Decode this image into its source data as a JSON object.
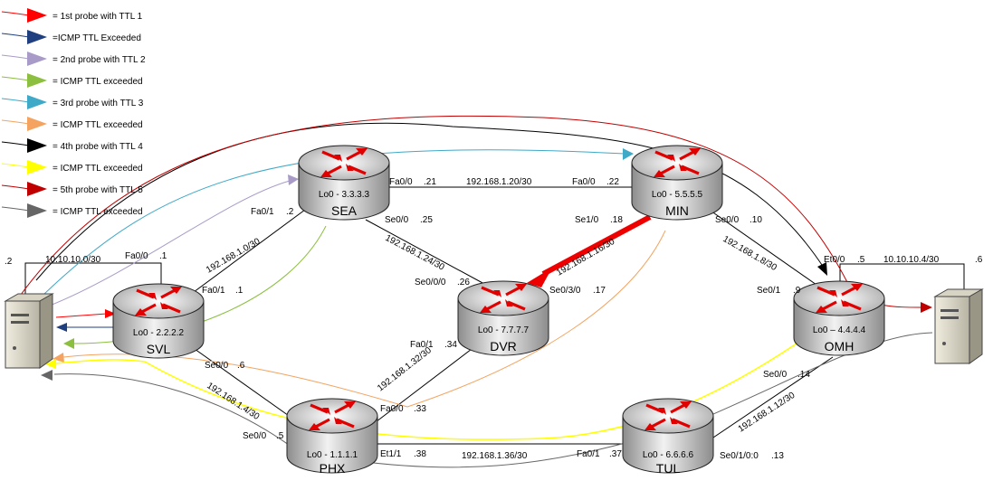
{
  "legend": [
    {
      "text": "= 1st probe with TTL 1",
      "color": "#ff0000"
    },
    {
      "text": "=ICMP TTL Exceeded",
      "color": "#1f3f7f"
    },
    {
      "text": "= 2nd probe with TTL 2",
      "color": "#a99bc8"
    },
    {
      "text": "= ICMP TTL exceeded",
      "color": "#8cbf3f"
    },
    {
      "text": "= 3rd probe with TTL 3",
      "color": "#3fa9c8"
    },
    {
      "text": "= ICMP TTL exceeded",
      "color": "#f4a460"
    },
    {
      "text": "= 4th probe with TTL 4",
      "color": "#000000"
    },
    {
      "text": "= ICMP TTL exceeded",
      "color": "#ffff00"
    },
    {
      "text": "= 5th probe with TTL 5",
      "color": "#c00000"
    },
    {
      "text": "= ICMP TTL exceeded",
      "color": "#666666"
    }
  ],
  "routers": {
    "sea": {
      "name": "SEA",
      "loopback": "Lo0 - 3.3.3.3"
    },
    "min": {
      "name": "MIN",
      "loopback": "Lo0 - 5.5.5.5"
    },
    "svl": {
      "name": "SVL",
      "loopback": "Lo0 - 2.2.2.2"
    },
    "dvr": {
      "name": "DVR",
      "loopback": "Lo0 - 7.7.7.7"
    },
    "omh": {
      "name": "OMH",
      "loopback": "Lo0 – 4.4.4.4"
    },
    "phx": {
      "name": "PHX",
      "loopback": "Lo0 - 1.1.1.1"
    },
    "tul": {
      "name": "TUL",
      "loopback": "Lo0 - 6.6.6.6"
    }
  },
  "labels": {
    "host_left_addr": ".2",
    "net_left": "10.10.10.0/30",
    "svl_fa00": "Fa0/0",
    "svl_fa00_addr": ".1",
    "sea_fa01": "Fa0/1",
    "sea_fa01_addr": ".2",
    "net_svl_sea": "192.168.1.0/30",
    "svl_fa01": "Fa0/1",
    "svl_fa01_addr": ".1",
    "sea_fa00": "Fa0/0",
    "sea_fa00_addr": ".21",
    "net_sea_min": "192.168.1.20/30",
    "min_fa00": "Fa0/0",
    "min_fa00_addr": ".22",
    "sea_se00": "Se0/0",
    "sea_se00_addr": ".25",
    "net_sea_dvr": "192.168.1.24/30",
    "dvr_se000": "Se0/0/0",
    "dvr_se000_addr": ".26",
    "min_se10": "Se1/0",
    "min_se10_addr": ".18",
    "net_min_dvr": "192.168.1.16/30",
    "dvr_se030": "Se0/3/0",
    "dvr_se030_addr": ".17",
    "min_se00": "Se0/0",
    "min_se00_addr": ".10",
    "net_min_omh": "192.168.1.8/30",
    "omh_se01": "Se0/1",
    "omh_se01_addr": ".9",
    "omh_et00": "Et0/0",
    "omh_et00_addr": ".5",
    "net_right": "10.10.10.4/30",
    "host_right_addr": ".6",
    "dvr_fa01": "Fa0/1",
    "dvr_fa01_addr": ".34",
    "net_dvr_phx": "192.168.1.32/30",
    "phx_fa00": "Fa0/0",
    "phx_fa00_addr": ".33",
    "svl_se00": "Se0/0",
    "svl_se00_addr": ".6",
    "net_svl_phx": "192.168.1.4/30",
    "phx_se00": "Se0/0",
    "phx_se00_addr": ".5",
    "phx_et11": "Et1/1",
    "phx_et11_addr": ".38",
    "net_phx_tul": "192.168.1.36/30",
    "tul_fa01": "Fa0/1",
    "tul_fa01_addr": ".37",
    "omh_se00": "Se0/0",
    "omh_se00_addr": ".14",
    "net_omh_tul": "192.168.1.12/30",
    "tul_se010": "Se0/1/0:0",
    "tul_se010_addr": ".13"
  }
}
